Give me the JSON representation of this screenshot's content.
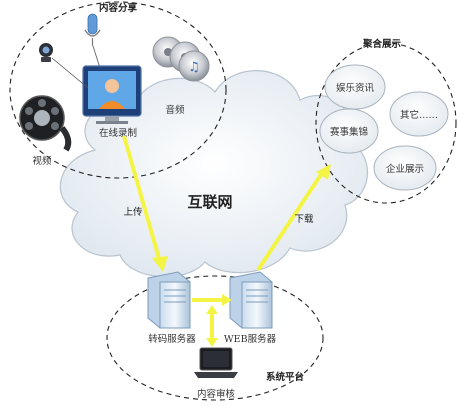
{
  "groups": {
    "content_sharing": "内容分享",
    "aggregation": "聚合展示",
    "system_platform": "系统平台"
  },
  "cloud": {
    "label": "互联网"
  },
  "sources": {
    "online_recording": "在线录制",
    "audio": "音频",
    "video": "视频"
  },
  "aggregation_items": {
    "entertainment": "娱乐资讯",
    "other": "其它……",
    "events": "赛事集锦",
    "enterprise": "企业展示"
  },
  "servers": {
    "transcode": "转码服务器",
    "web": "WEB服务器"
  },
  "review": {
    "label": "内容审核"
  },
  "arrows": {
    "upload": "上传",
    "download": "下载"
  },
  "colors": {
    "arrow": "#f4f445",
    "cloud_fill": "#eef3f8",
    "bubble_fill": "#f4f7fa",
    "dash": "#222222"
  }
}
